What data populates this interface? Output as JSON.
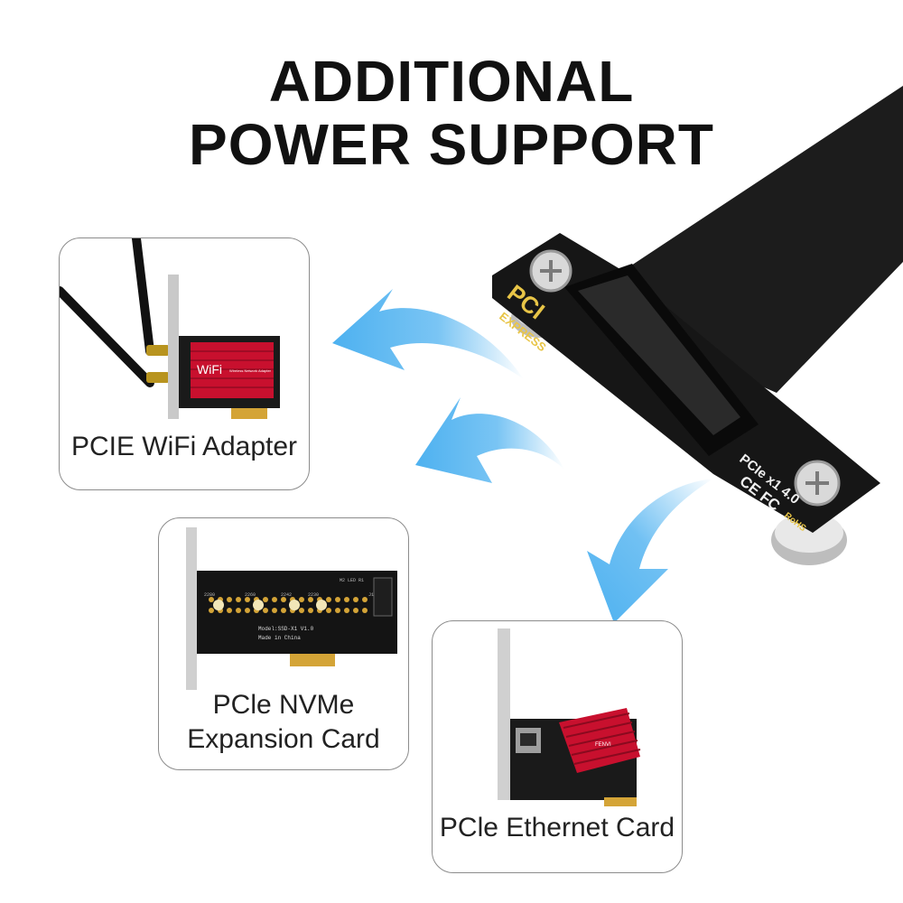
{
  "headline": {
    "line1": "ADDITIONAL",
    "line2": "POWER SUPPORT"
  },
  "riser": {
    "silk_brand": "PCI",
    "silk_sub": "EXPRESS",
    "silk_model": "PCIe x1 4.0",
    "silk_cert": "CE FC",
    "silk_rohs": "RoHS"
  },
  "cards": [
    {
      "label": "PCIE WiFi Adapter",
      "chip_text": "WiFi",
      "chip_sub": "Wireless Network Adapter"
    },
    {
      "label_line1": "PCle NVMe",
      "label_line2": "Expansion Card",
      "pcb_text": "Model:SSD-X1 V1.0",
      "pcb_text2": "Made in China",
      "pcb_sizes": [
        "2280",
        "2260",
        "2242",
        "2230"
      ],
      "pcb_marks": "M2 LED R1",
      "pcb_j1": "J1"
    },
    {
      "label": "PCle Ethernet Card",
      "heatsink_text": "FENVI"
    }
  ],
  "colors": {
    "arrow": "#4db1f0",
    "heatsink": "#c8102e",
    "pcb": "#1a1a1a",
    "gold": "#d4a437"
  }
}
